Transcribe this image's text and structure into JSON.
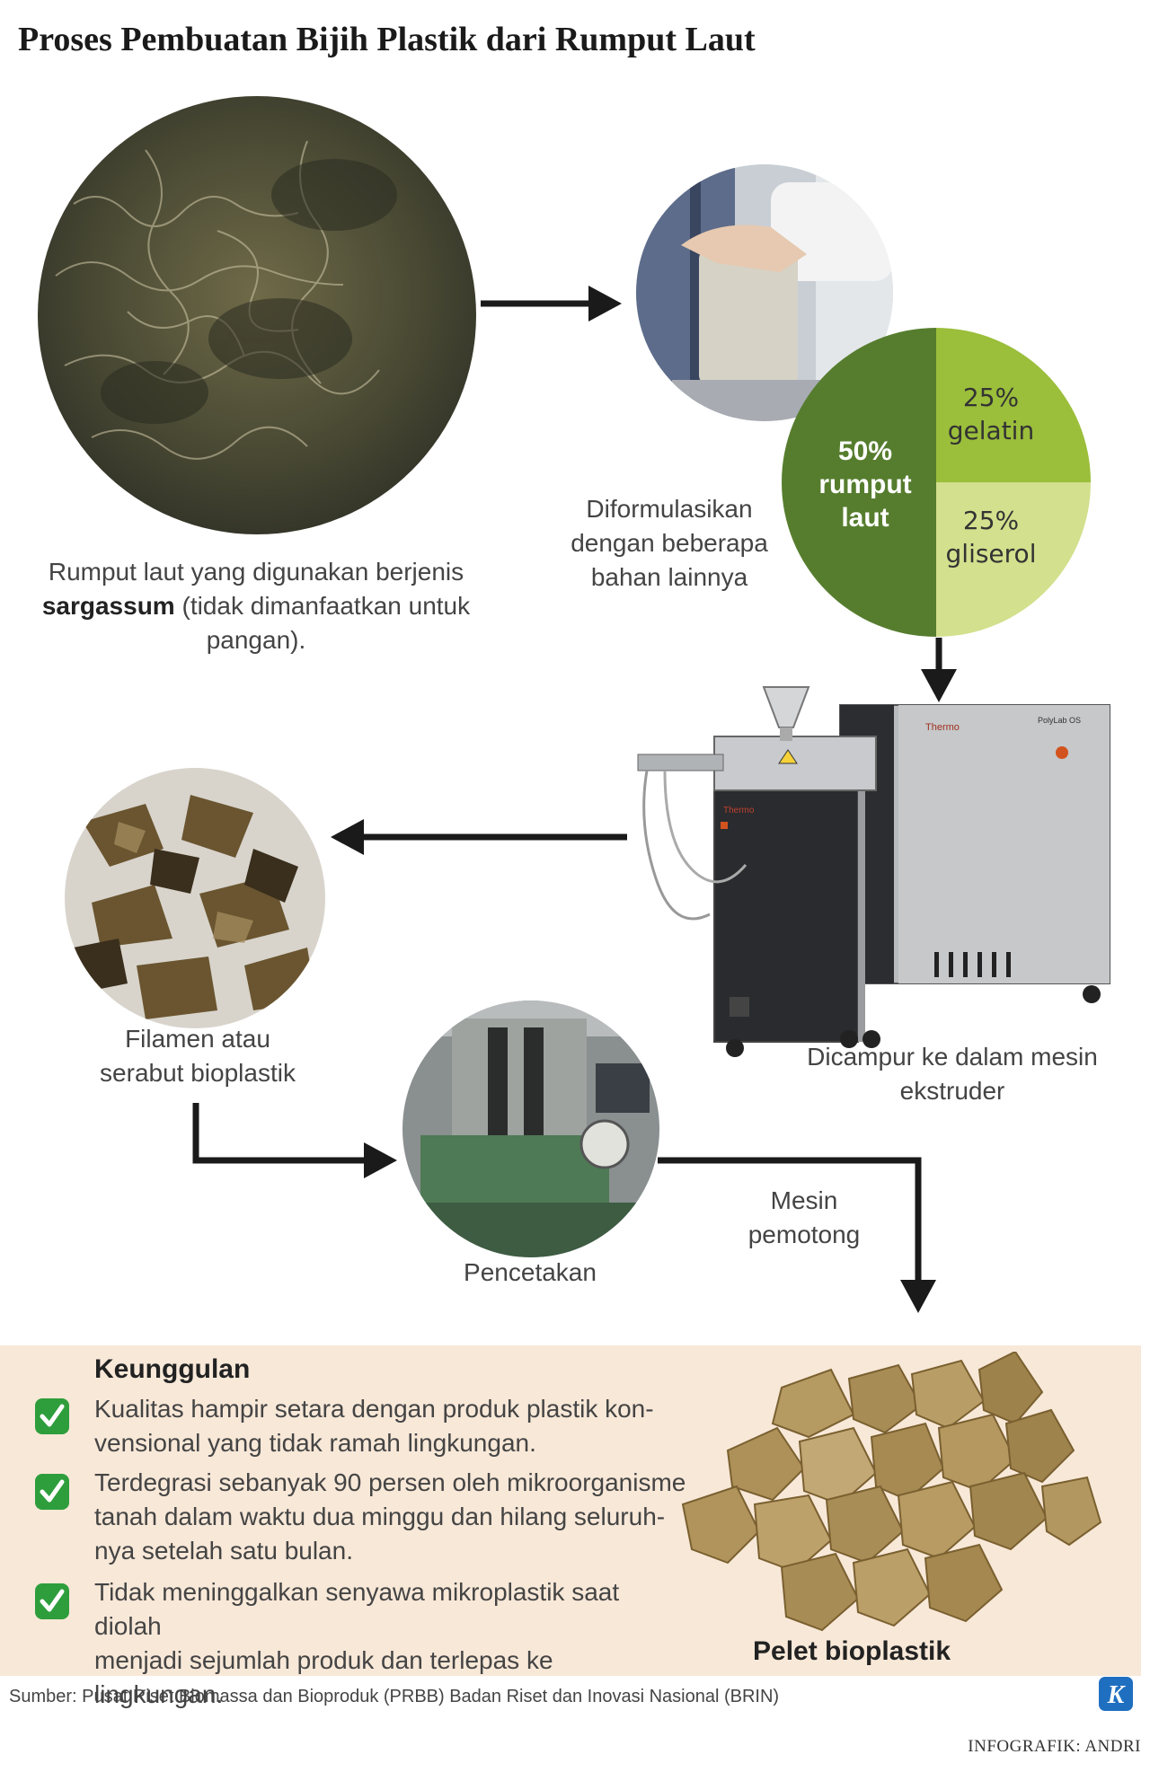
{
  "title": "Proses Pembuatan Bijih Plastik dari Rumput Laut",
  "steps": {
    "seaweed": {
      "line1": "Rumput laut yang digunakan berjenis",
      "bold": "sargassum",
      "rest": " (tidak dimanfaatkan untuk",
      "line3": "pangan)."
    },
    "formulate": [
      "Diformulasikan",
      "dengan beberapa",
      "bahan lainnya"
    ],
    "extruder": [
      "Dicampur ke dalam mesin",
      "ekstruder"
    ],
    "filament": [
      "Filamen atau",
      "serabut bioplastik"
    ],
    "molding": "Pencetakan",
    "cutter": [
      "Mesin",
      "pemotong"
    ]
  },
  "composition": {
    "seaweed": [
      "50%",
      "rumput",
      "laut"
    ],
    "gelatin": [
      "25%",
      "gelatin"
    ],
    "glycerol": [
      "25%",
      "gliserol"
    ],
    "colors": {
      "seaweed": "#567d2e",
      "gelatin": "#9bbe3b",
      "glycerol": "#d3e08d"
    }
  },
  "machine_brand": "Thermo",
  "machine_model": "PolyLab OS",
  "advantages": {
    "heading": "Keunggulan",
    "items": [
      [
        "Kualitas hampir setara dengan produk plastik kon-",
        "vensional yang tidak ramah lingkungan."
      ],
      [
        "Terdegrasi sebanyak 90 persen oleh mikroorganisme",
        "tanah dalam waktu dua minggu dan hilang seluruh-",
        "nya setelah satu bulan."
      ],
      [
        "Tidak meninggalkan senyawa mikroplastik saat diolah",
        "menjadi sejumlah produk dan terlepas ke lingkungan."
      ]
    ],
    "check_color": "#2e9e3c"
  },
  "pellet_label": "Pelet bioplastik",
  "source": "Sumber: Pusat Riset Biomassa dan Bioproduk (PRBB) Badan Riset dan Inovasi Nasional (BRIN)",
  "logo_letter": "K",
  "credit": "INFOGRAFIK: ANDRI"
}
